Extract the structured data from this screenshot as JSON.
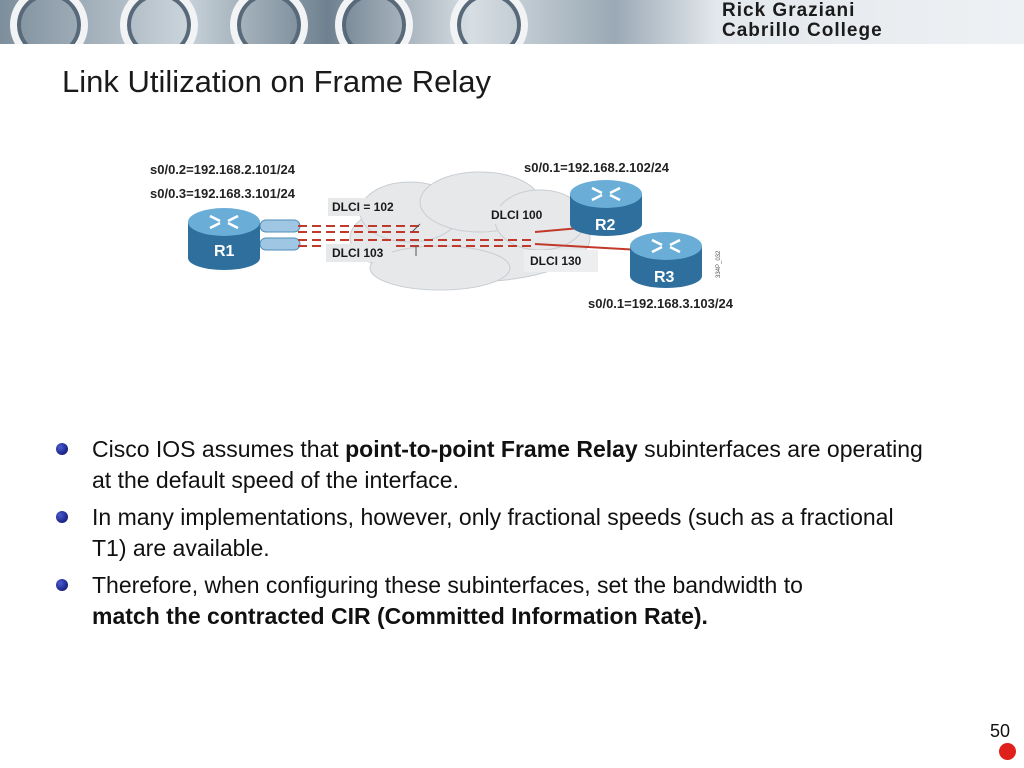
{
  "header": {
    "author": "Rick Graziani",
    "college": "Cabrillo College"
  },
  "slide": {
    "title": "Link Utilization on Frame Relay",
    "page_number": "50"
  },
  "diagram": {
    "r1_iface_1": "s0/0.2=192.168.2.101/24",
    "r1_iface_2": "s0/0.3=192.168.3.101/24",
    "r2_iface": "s0/0.1=192.168.2.102/24",
    "r3_iface": "s0/0.1=192.168.3.103/24",
    "dlci_102": "DLCI = 102",
    "dlci_103": "DLCI 103",
    "dlci_100": "DLCI 100",
    "dlci_130": "DLCI 130",
    "router_r1": "R1",
    "router_r2": "R2",
    "router_r3": "R3",
    "figure_id": "334P_032"
  },
  "bullets": [
    {
      "pre": "Cisco IOS assumes that ",
      "bold": "point-to-point Frame Relay",
      "post": " subinterfaces are operating at the default speed of the interface."
    },
    {
      "pre": "In many implementations, however, only fractional speeds (such as a fractional T1) are available.",
      "bold": "",
      "post": ""
    },
    {
      "pre": "Therefore, when configuring these subinterfaces, set the bandwidth to ",
      "bold": "match the contracted CIR (Committed Information Rate).",
      "post": ""
    }
  ],
  "colors": {
    "router_blue": "#3f86b8",
    "pvc_red": "#c0392b",
    "bullet_blue": "#1f2a8f",
    "marker_red": "#e0201b"
  }
}
